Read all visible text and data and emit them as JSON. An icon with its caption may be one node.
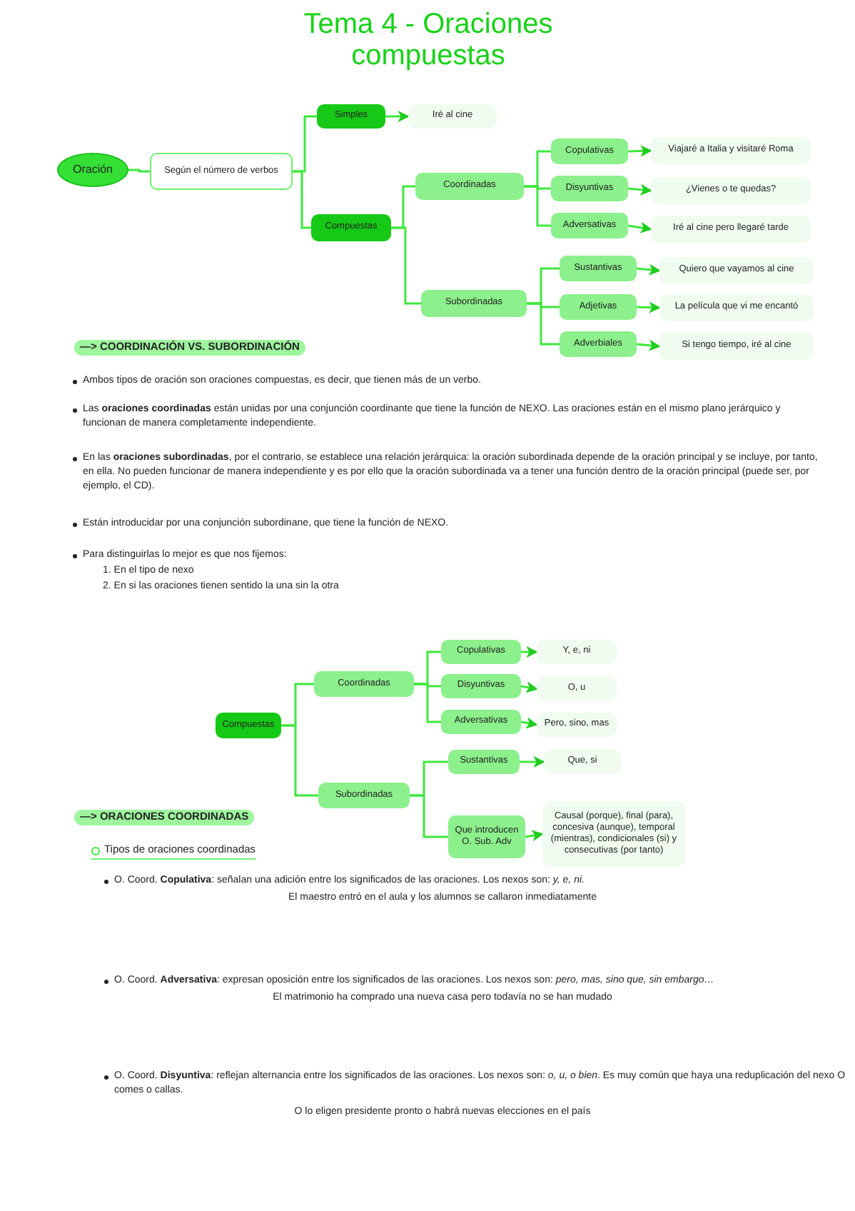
{
  "diagram": {
    "title": "Tema 4 - Oraciones compuestas",
    "nodes": [
      {
        "text": [
          "Oración"
        ]
      },
      {
        "text": [
          "Según el número de verbos"
        ]
      },
      {
        "text": [
          "Simples"
        ]
      },
      {
        "text": [
          "Iré al cine"
        ]
      },
      {
        "text": [
          "Compuestas"
        ]
      },
      {
        "text": [
          "Coordinadas"
        ]
      },
      {
        "text": [
          "Subordinadas"
        ]
      },
      {
        "text": [
          "Copulativas"
        ]
      },
      {
        "text": [
          "Viajaré a Italia y visitaré Roma"
        ]
      },
      {
        "text": [
          "Disyuntivas"
        ]
      },
      {
        "text": [
          "¿Vienes o te quedas?"
        ]
      },
      {
        "text": [
          "Adversativas"
        ]
      },
      {
        "text": [
          "Iré al cine pero llegaré tarde"
        ]
      },
      {
        "text": [
          "Sustantivas"
        ]
      },
      {
        "text": [
          "Quiero que vayamos al cine"
        ]
      },
      {
        "text": [
          "Adjetivas"
        ]
      },
      {
        "text": [
          "La película que vi me encantó"
        ]
      },
      {
        "text": [
          "Adverbiales"
        ]
      },
      {
        "text": [
          "Si tengo tiempo, iré al cine"
        ]
      },
      {
        "text": [
          "Compuestas"
        ]
      },
      {
        "text": [
          "Coordinadas"
        ]
      },
      {
        "text": [
          "Subordinadas"
        ]
      },
      {
        "text": [
          "Copulativas"
        ]
      },
      {
        "text": [
          "Y, e, ni"
        ]
      },
      {
        "text": [
          "Disyuntivas"
        ]
      },
      {
        "text": [
          "O, u"
        ]
      },
      {
        "text": [
          "Adversativas"
        ]
      },
      {
        "text": [
          "Pero, sino, mas"
        ]
      },
      {
        "text": [
          "Sustantivas"
        ]
      },
      {
        "text": [
          "Que, si"
        ]
      },
      {
        "text": [
          "Que introducen O. Sub. Adv"
        ]
      },
      {
        "text": [
          "Causal (porque), final (para), concesiva (aunque), temporal (mientras), condicionales (si) y consecutivas (por tanto)"
        ]
      }
    ],
    "edges": [
      {
        "from": 0,
        "to": 1,
        "arrow": "none"
      },
      {
        "from": 1,
        "to": 2,
        "arrow": "none"
      },
      {
        "from": 1,
        "to": 4,
        "arrow": "none"
      },
      {
        "from": 2,
        "to": 3,
        "arrow": "to"
      },
      {
        "from": 4,
        "to": 5,
        "arrow": "none"
      },
      {
        "from": 4,
        "to": 6,
        "arrow": "none"
      },
      {
        "from": 5,
        "to": 7,
        "arrow": "none"
      },
      {
        "from": 5,
        "to": 9,
        "arrow": "none"
      },
      {
        "from": 5,
        "to": 11,
        "arrow": "none"
      },
      {
        "from": 7,
        "to": 8,
        "arrow": "to"
      },
      {
        "from": 9,
        "to": 10,
        "arrow": "to"
      },
      {
        "from": 11,
        "to": 12,
        "arrow": "to"
      },
      {
        "from": 6,
        "to": 13,
        "arrow": "none"
      },
      {
        "from": 6,
        "to": 15,
        "arrow": "none"
      },
      {
        "from": 6,
        "to": 17,
        "arrow": "none"
      },
      {
        "from": 13,
        "to": 14,
        "arrow": "to"
      },
      {
        "from": 15,
        "to": 16,
        "arrow": "to"
      },
      {
        "from": 17,
        "to": 18,
        "arrow": "to"
      },
      {
        "from": 19,
        "to": 20,
        "arrow": "none"
      },
      {
        "from": 19,
        "to": 21,
        "arrow": "none"
      },
      {
        "from": 20,
        "to": 22,
        "arrow": "none"
      },
      {
        "from": 20,
        "to": 24,
        "arrow": "none"
      },
      {
        "from": 20,
        "to": 26,
        "arrow": "none"
      },
      {
        "from": 22,
        "to": 23,
        "arrow": "to"
      },
      {
        "from": 24,
        "to": 25,
        "arrow": "to"
      },
      {
        "from": 26,
        "to": 27,
        "arrow": "to"
      },
      {
        "from": 21,
        "to": 28,
        "arrow": "none"
      },
      {
        "from": 21,
        "to": 30,
        "arrow": "none"
      },
      {
        "from": 28,
        "to": 29,
        "arrow": "to"
      },
      {
        "from": 30,
        "to": 31,
        "arrow": "to"
      }
    ],
    "labels": [
      "—> COORDINACIÓN VS. SUBORDINACIÓN",
      "Ambos tipos de oración son oraciones compuestas, es decir, que tienen más de un verbo.",
      "Las **oraciones coordinadas** están unidas por una conjunción coordinante que tiene la función de NEXO. Las oraciones están en el mismo plano jerárquico y funcionan de manera completamente independiente.",
      "En las **oraciones subordinadas**, por el contrario, se establece una relación jerárquica: la oración subordinada depende de la oración principal y se incluye, por tanto, en ella. No pueden funcionar de manera independiente y es por ello que la oración subordinada va a tener una función dentro de la oración principal (puede ser, por ejemplo, el CD).",
      "Están introducidar por una conjunción subordinane, que tiene la función de NEXO.",
      "Para distinguirlas lo mejor es que nos fijemos:",
      "1. En el tipo de nexo",
      "2. En si las oraciones tienen sentido la una sin la otra",
      "—> ORACIONES COORDINADAS",
      "Tipos de oraciones coordinadas",
      "O. Coord. **Copulativa**: señalan una adición entre los significados de las oraciones. Los nexos son: *y, e, ni.*",
      "El maestro entró en el aula y los alumnos se callaron inmediatamente",
      "O. Coord. **Adversativa**: expresan oposición entre los significados de las oraciones. Los nexos son: *pero, mas, sino que, sin embargo…*",
      "El matrimonio ha comprado una nueva casa pero todavía no se han mudado",
      "O. Coord. **Disyuntiva**: reflejan alternancia entre los significados de las oraciones. Los nexos son: *o, u, o bien*. Es muy común que haya una reduplicación del nexo O comes o callas.",
      "O lo eligen presidente pronto o habrá nuevas elecciones en el país"
    ]
  }
}
